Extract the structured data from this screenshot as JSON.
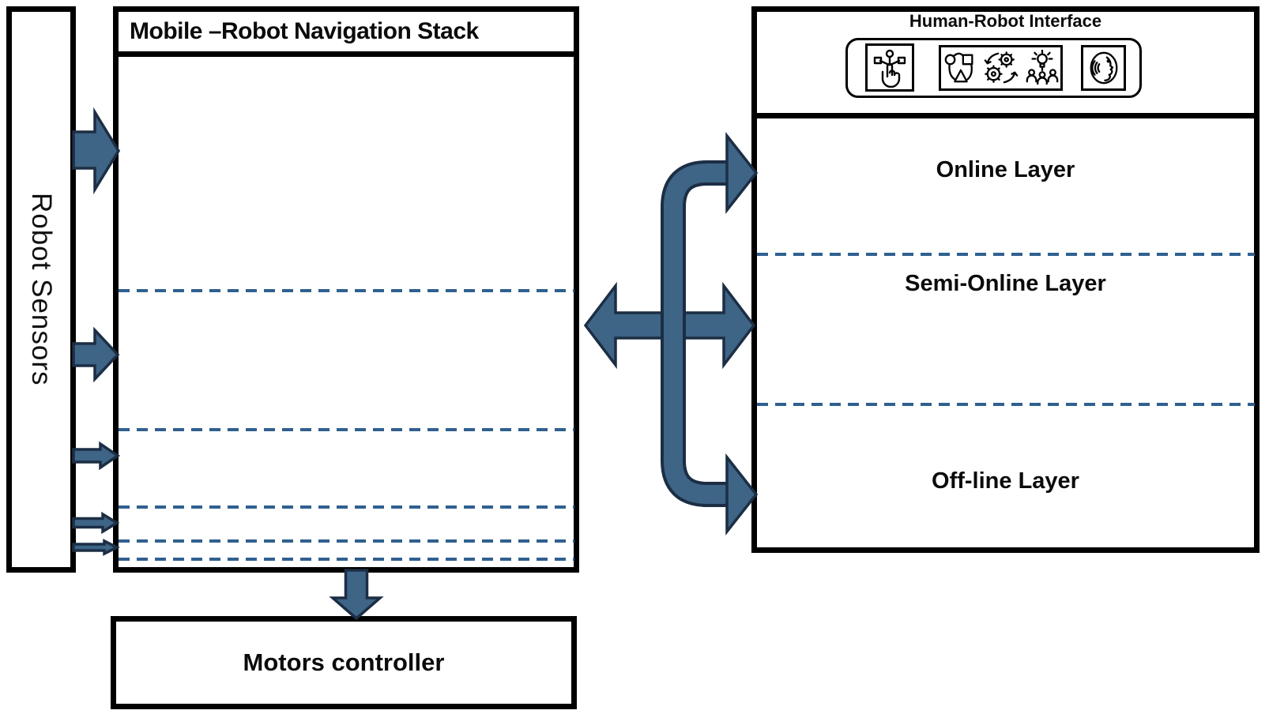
{
  "colors": {
    "arrow_fill": "#3E6486",
    "arrow_outline": "#1C2E44",
    "dash": "#30608F",
    "box_border": "#000000",
    "text": "#0B0B0B"
  },
  "sensors": {
    "label": "Robot Sensors"
  },
  "nav_stack": {
    "title": "Mobile –Robot Navigation Stack"
  },
  "motors": {
    "label": "Motors controller"
  },
  "hri": {
    "title": "Human-Robot Interface",
    "icons": [
      "touch-gesture-icon",
      "shapes-workflow-icon",
      "gears-automation-icon",
      "team-idea-icon",
      "voice-interaction-icon"
    ],
    "layers": [
      {
        "label": "Online Layer"
      },
      {
        "label": "Semi-Online Layer"
      },
      {
        "label": "Off-line Layer"
      }
    ]
  }
}
